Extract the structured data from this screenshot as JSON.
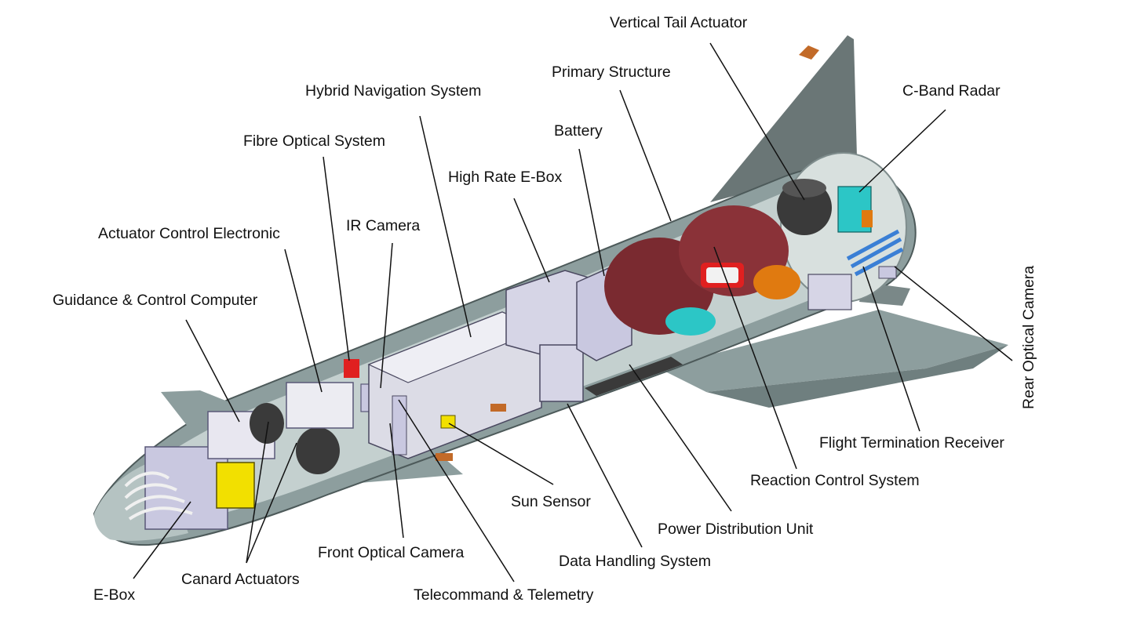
{
  "labels": {
    "vertical_tail_actuator": "Vertical Tail Actuator",
    "primary_structure": "Primary Structure",
    "c_band_radar": "C-Band Radar",
    "hybrid_navigation_system": "Hybrid Navigation System",
    "battery": "Battery",
    "fibre_optical_system": "Fibre Optical System",
    "high_rate_e_box": "High Rate E-Box",
    "ir_camera": "IR Camera",
    "actuator_control_electronic": "Actuator Control Electronic",
    "guidance_control_computer": "Guidance & Control Computer",
    "rear_optical_camera": "Rear Optical Camera",
    "flight_termination_receiver": "Flight Termination Receiver",
    "reaction_control_system": "Reaction Control System",
    "sun_sensor": "Sun Sensor",
    "power_distribution_unit": "Power Distribution Unit",
    "front_optical_camera": "Front Optical Camera",
    "data_handling_system": "Data Handling System",
    "e_box": "E-Box",
    "canard_actuators": "Canard Actuators",
    "telecommand_telemetry": "Telecommand & Telemetry"
  },
  "colors": {
    "hull": "#8d9e9e",
    "hull_light": "#c4d0cf",
    "hull_dark": "#5f7070",
    "tank": "#7a2a30",
    "electronics": "#c9c8e0",
    "panel": "#dfdde8",
    "accent_yellow": "#f2e000",
    "accent_cyan": "#2cc6c6",
    "accent_orange": "#e07a10",
    "accent_red": "#e02020",
    "accent_blue": "#3a7fd5",
    "leader": "#111111"
  }
}
